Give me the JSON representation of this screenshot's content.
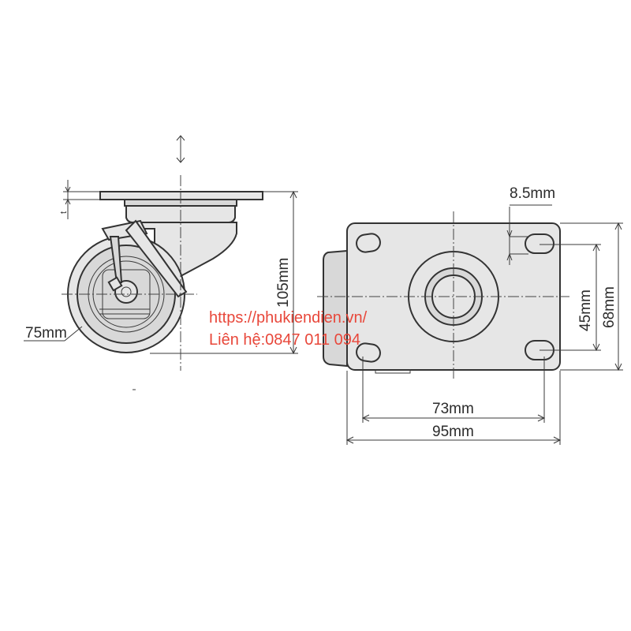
{
  "dimensions": {
    "top_plate_thickness": "t",
    "total_height": "105mm",
    "wheel_diameter": "75mm",
    "hole_diameter": "8.5mm",
    "hole_spacing_vertical": "45mm",
    "plate_height": "68mm",
    "hole_spacing_horizontal": "73mm",
    "plate_width": "95mm"
  },
  "watermark": {
    "url": "https://phukiendien.vn/",
    "contact": "Liên hệ:0847 011 094"
  },
  "colors": {
    "line": "#3a3a3a",
    "fill": "#e6e6e6",
    "watermark": "#e8473a"
  }
}
